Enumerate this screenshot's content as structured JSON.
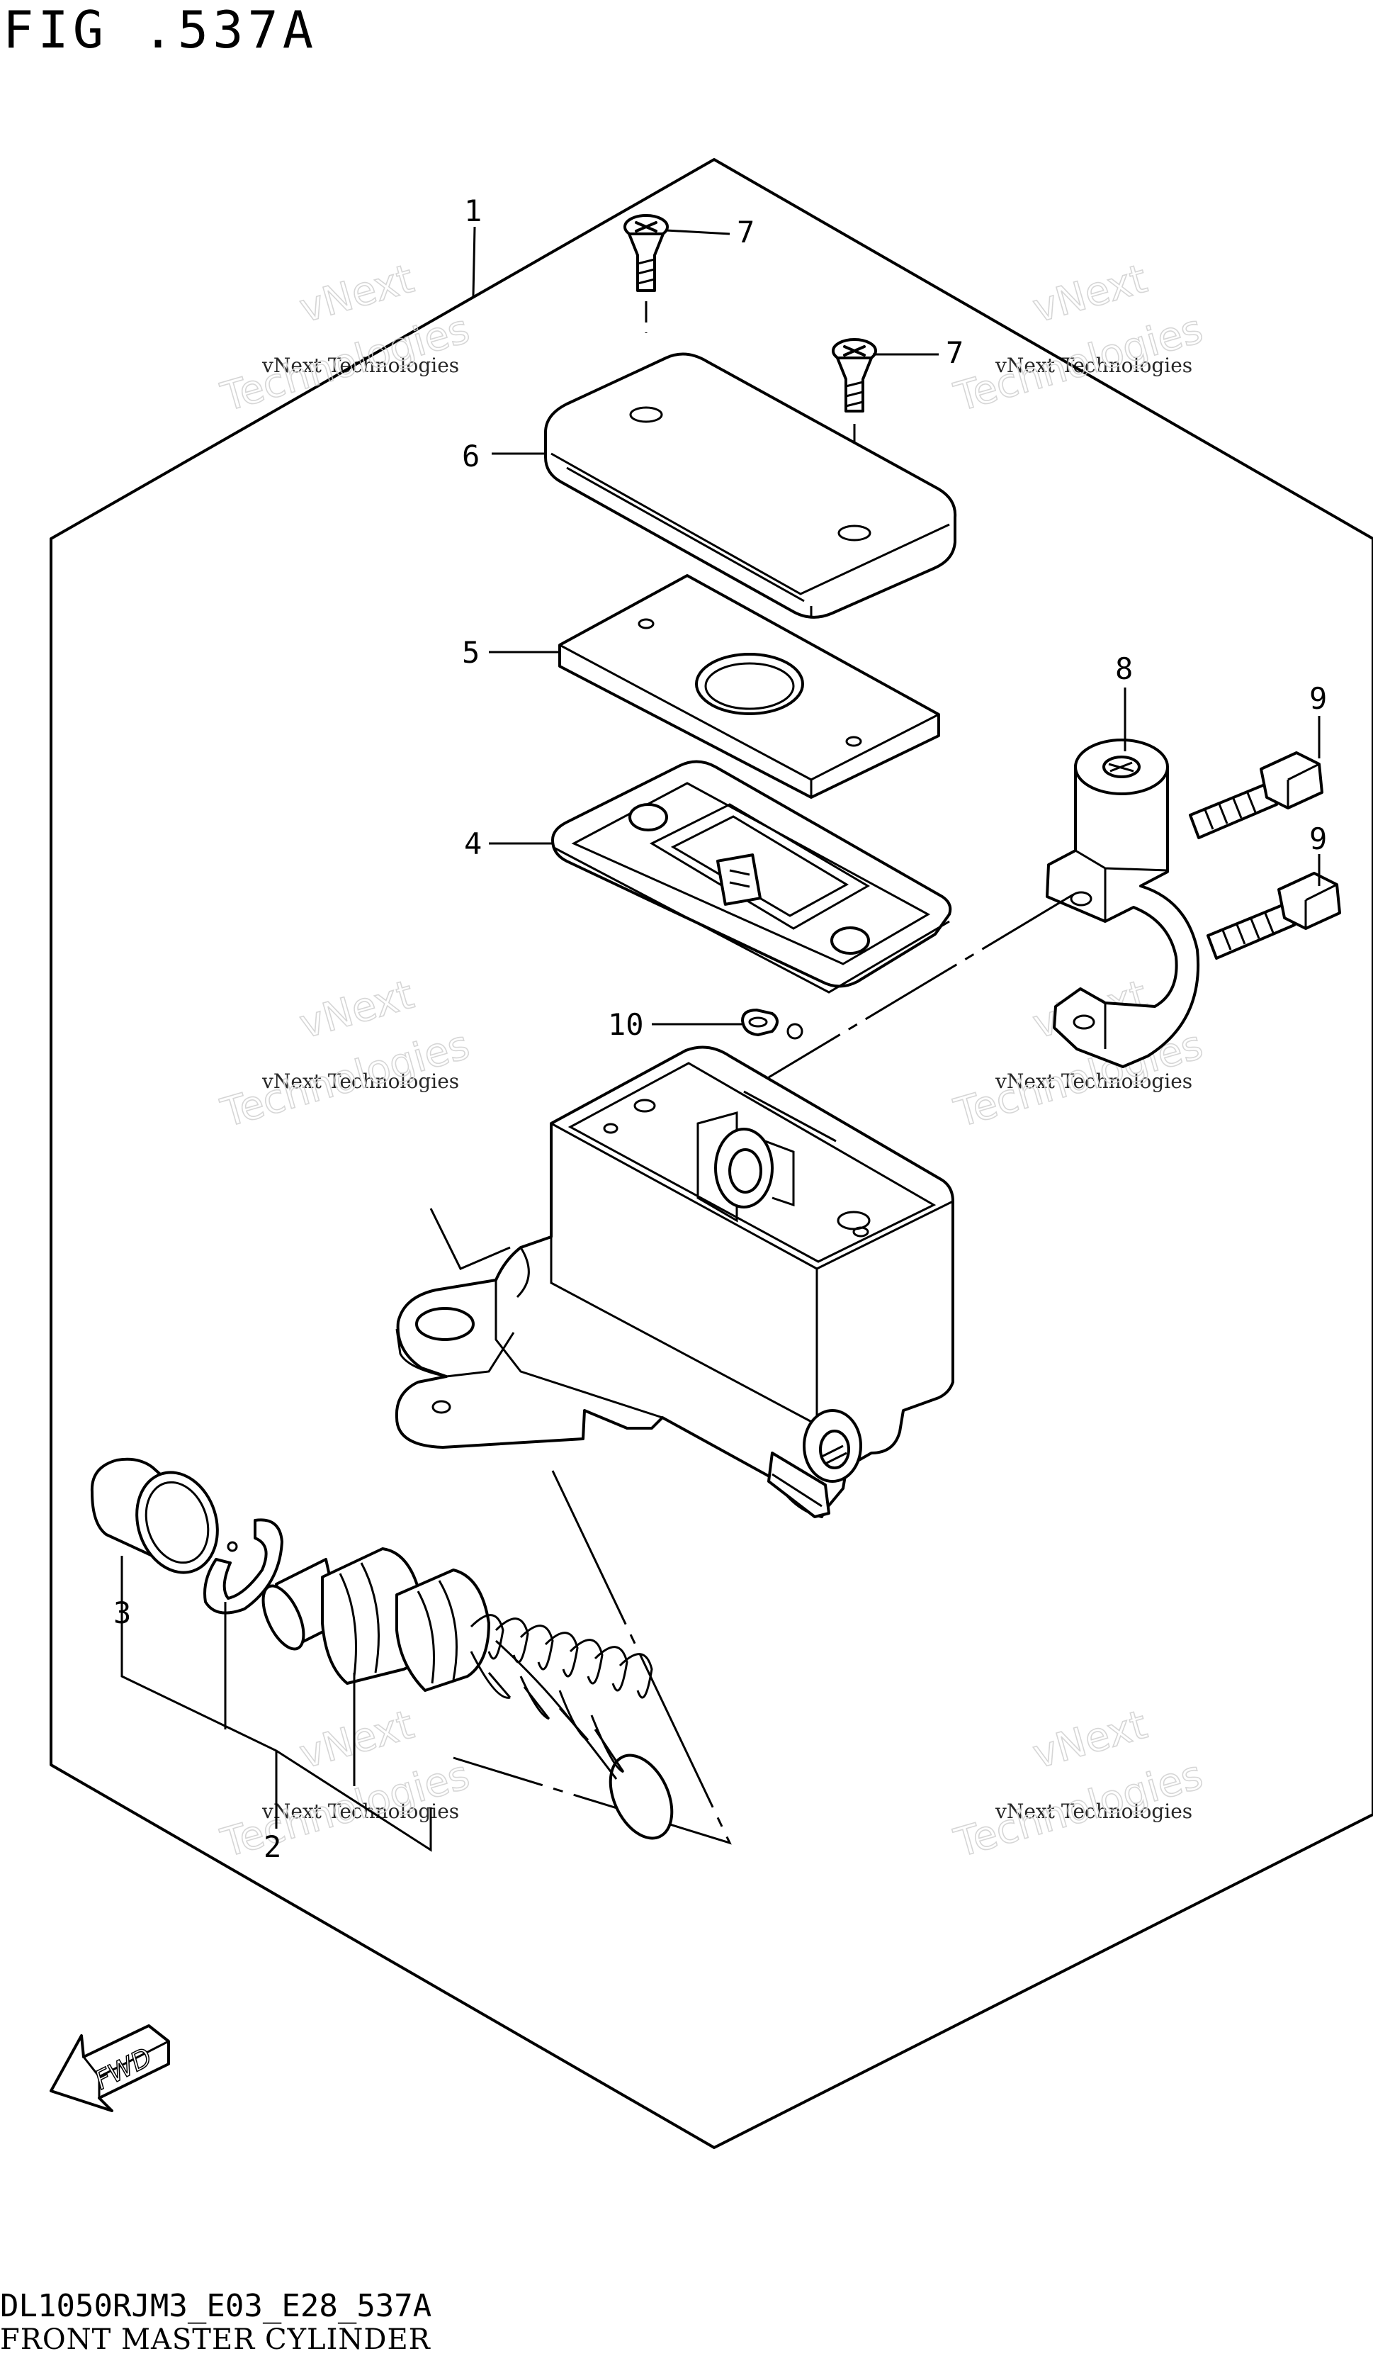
{
  "figure": {
    "title": "FIG .537A",
    "model_code": "DL1050RJM3_E03_E28_537A",
    "name": "FRONT MASTER CYLINDER"
  },
  "callouts": [
    "1",
    "2",
    "3",
    "4",
    "5",
    "6",
    "7",
    "7",
    "8",
    "9",
    "9",
    "10"
  ],
  "direction_label": "FWD",
  "watermark": {
    "line1": "vNext Technologies",
    "line2": "vNext",
    "line3": "Technologies"
  }
}
